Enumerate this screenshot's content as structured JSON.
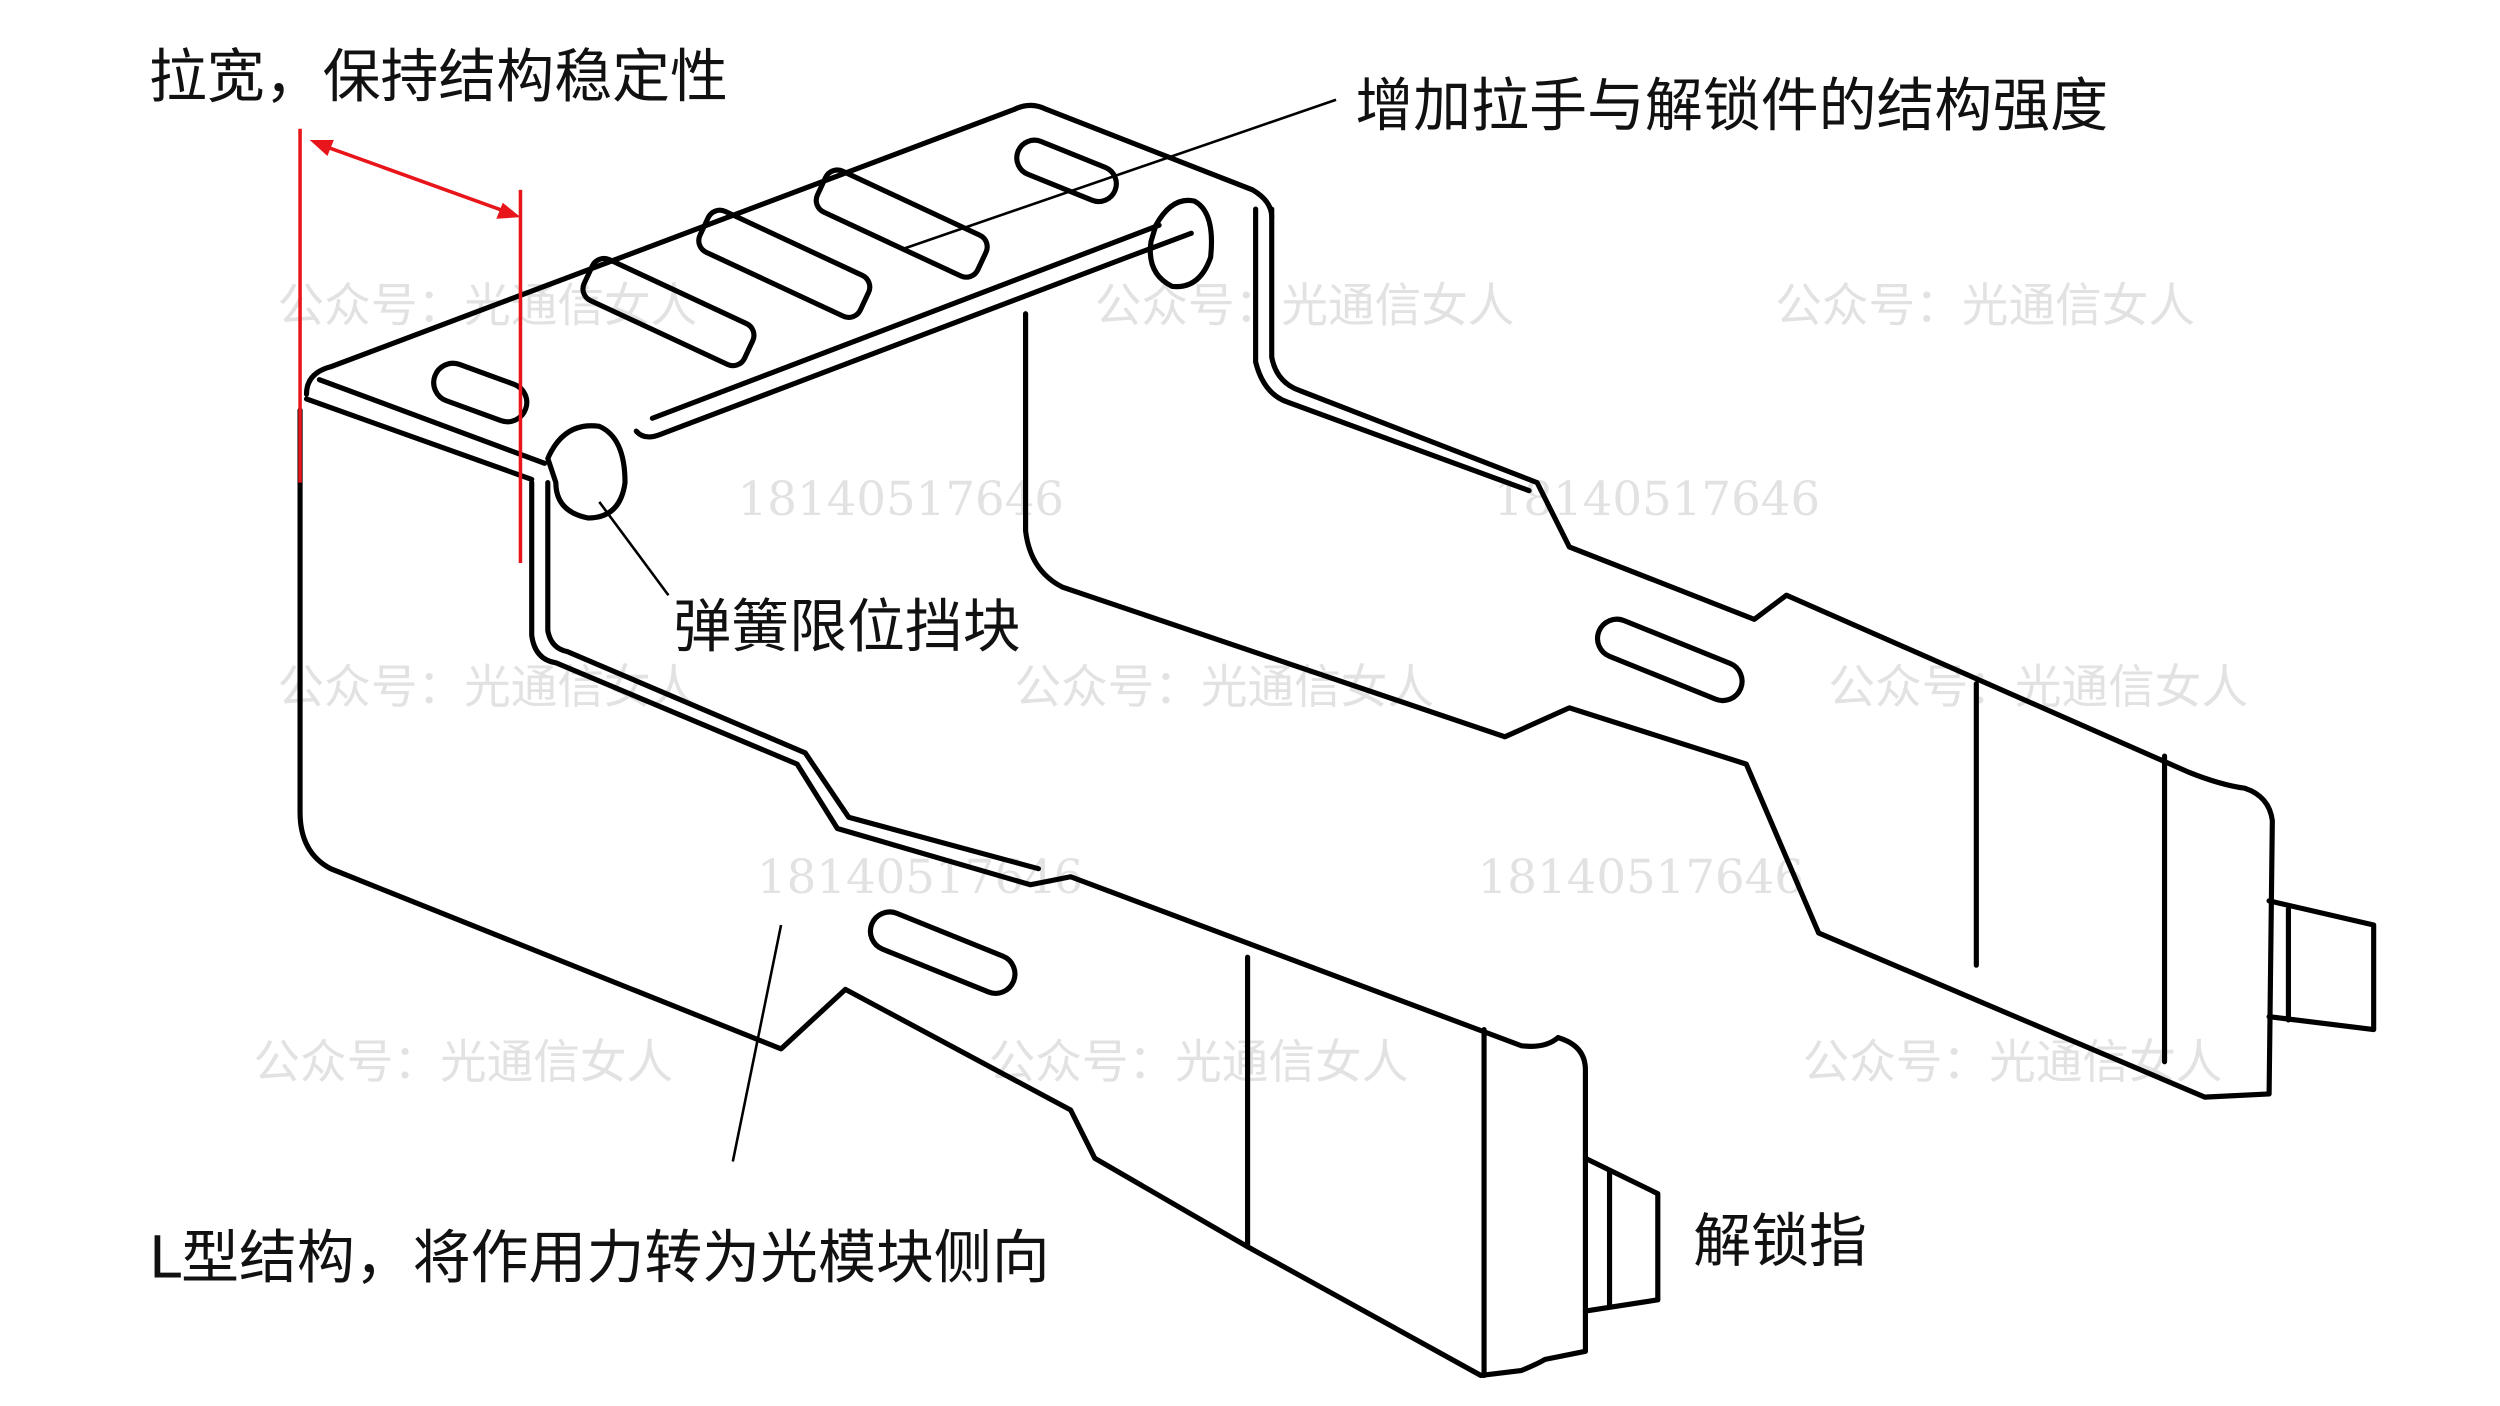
{
  "labels": {
    "widen": "拉宽，保持结构稳定性",
    "strength": "增加拉手与解锁件的结构强度",
    "spring_stop": "弹簧限位挡块",
    "l_structure": "L型结构，将作用力转为光模块侧向",
    "unlock_finger": "解锁指"
  },
  "watermark": {
    "account": "公众号：光通信女人",
    "phone": "18140517646"
  },
  "colors": {
    "annotation": "#e8151b",
    "line": "#000000",
    "watermark": "#e2e2e2"
  }
}
